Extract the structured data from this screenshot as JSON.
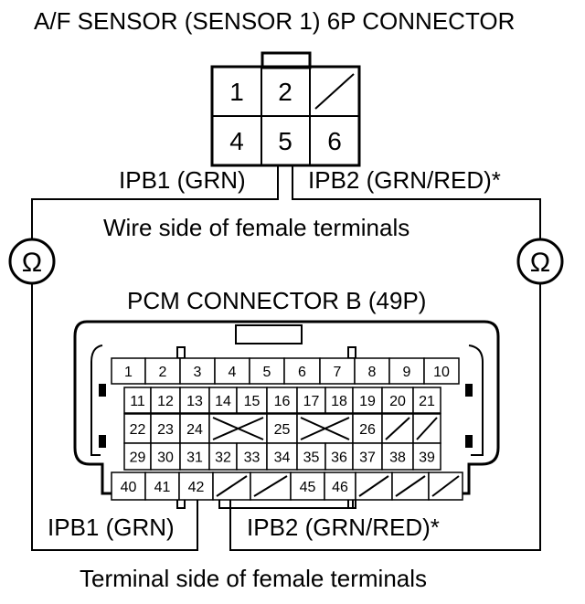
{
  "title": "A/F SENSOR (SENSOR 1) 6P CONNECTOR",
  "sensor_connector": {
    "pins_top": [
      "1",
      "2",
      ""
    ],
    "pins_bottom": [
      "4",
      "5",
      "6"
    ]
  },
  "ipb1_top_label": "IPB1 (GRN)",
  "ipb2_top_label": "IPB2 (GRN/RED)*",
  "wire_side_label": "Wire side of female terminals",
  "ohmmeter_symbol": "Ω",
  "pcm_title": "PCM CONNECTOR B (49P)",
  "pcm_rows": [
    [
      "1",
      "2",
      "3",
      "4",
      "5",
      "6",
      "7",
      "8",
      "9",
      "10"
    ],
    [
      "11",
      "12",
      "13",
      "14",
      "15",
      "16",
      "17",
      "18",
      "19",
      "20",
      "21"
    ],
    [
      "22",
      "23",
      "24",
      "",
      "25",
      "",
      "26",
      "",
      ""
    ],
    [
      "29",
      "30",
      "31",
      "32",
      "33",
      "34",
      "35",
      "36",
      "37",
      "38",
      "39"
    ],
    [
      "40",
      "41",
      "42",
      "",
      "",
      "45",
      "46",
      "",
      "",
      ""
    ]
  ],
  "ipb1_bottom_label": "IPB1 (GRN)",
  "ipb2_bottom_label": "IPB2 (GRN/RED)*",
  "terminal_side_label": "Terminal side of female terminals",
  "accent_color": "#000000",
  "background_color": "#ffffff"
}
